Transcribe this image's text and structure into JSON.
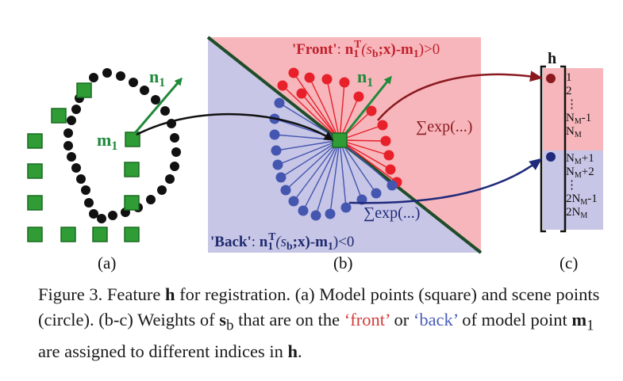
{
  "panel_a": {
    "label": "(a)",
    "normal_label": "n",
    "normal_sub": "1",
    "model_point_label": "m",
    "model_point_sub": "1"
  },
  "panel_b": {
    "label": "(b)",
    "front_label": "'Front'",
    "back_label": "'Back'",
    "condition_n": "n",
    "condition_sub": "1",
    "condition_sup": "T",
    "condition_open": "(",
    "condition_T": "T",
    "condition_s": "(s",
    "condition_s_sub": "b",
    "condition_mid": ";x)-m",
    "condition_m_sub": "1",
    "front_tail": ")>0",
    "back_tail": ")<0",
    "normal_label": "n",
    "normal_sub": "1",
    "sum_front": "∑exp(...)",
    "sum_back": "∑exp(...)"
  },
  "panel_c": {
    "label": "(c)",
    "vector_label": "h",
    "front_indices": [
      "1",
      "2",
      "⋮",
      "N",
      "N"
    ],
    "front_indices_sub": [
      "",
      "",
      "",
      "M",
      "M"
    ],
    "front_indices_tail": [
      "",
      "",
      "",
      "-1",
      ""
    ],
    "back_indices": [
      "N",
      "N",
      "⋮",
      "2N",
      "2N"
    ],
    "back_indices_sub": [
      "M",
      "M",
      "",
      "M",
      "M"
    ],
    "back_indices_tail": [
      "+1",
      "+2",
      "",
      "-1",
      ""
    ]
  },
  "caption": {
    "part1": "Figure 3. Feature ",
    "h": "h",
    "part2": " for registration. (a) Model points (square) and scene points (circle). (b-c) Weights of ",
    "s": "s",
    "s_sub": "b",
    "part3": " that are on the ",
    "front": "‘front’",
    "part4": " or ",
    "back": "‘back’",
    "part5": " of model point ",
    "m": "m",
    "m_sub": "1",
    "part6": " are assigned to different indices in ",
    "h2": "h",
    "part7": "."
  },
  "colors": {
    "front_bg": "#f7b6bb",
    "back_bg": "#c7c6e6",
    "front_dot": "#e8202a",
    "back_dot": "#4556b0",
    "square": "#2f9c35",
    "normal_arrow": "#1f8a3a",
    "divider": "#1f4d2a",
    "front_arrow": "#8a1a20",
    "back_arrow": "#1f2a7a",
    "front_text": "#c21f2b",
    "back_text": "#1f2a6e",
    "scene_dot": "#111111"
  }
}
